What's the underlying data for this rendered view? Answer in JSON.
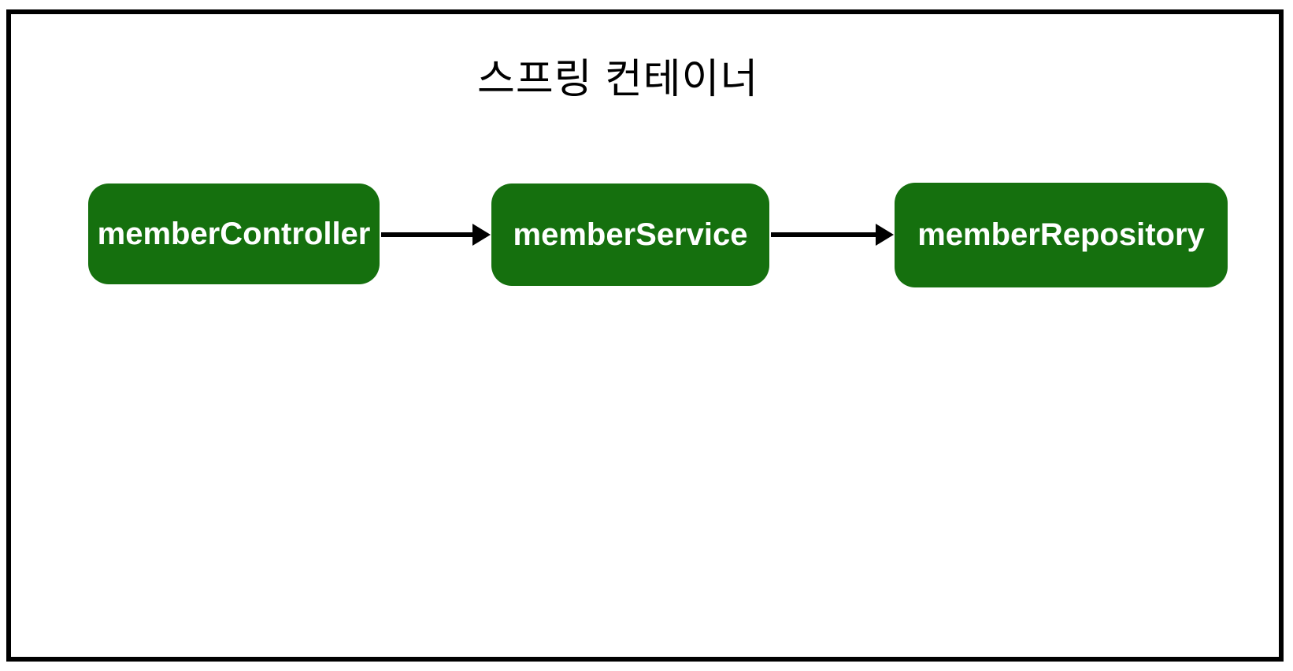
{
  "diagram": {
    "title": "스프링 컨테이너",
    "nodes": [
      {
        "id": "member-controller",
        "label": "memberController"
      },
      {
        "id": "member-service",
        "label": "memberService"
      },
      {
        "id": "member-repository",
        "label": "memberRepository"
      }
    ],
    "edges": [
      {
        "from": "memberController",
        "to": "memberService"
      },
      {
        "from": "memberService",
        "to": "memberRepository"
      }
    ],
    "colors": {
      "node_fill": "#15700e",
      "node_text": "#ffffff",
      "frame_border": "#000000",
      "arrow": "#000000",
      "background": "#ffffff",
      "title_text": "#000000"
    }
  }
}
